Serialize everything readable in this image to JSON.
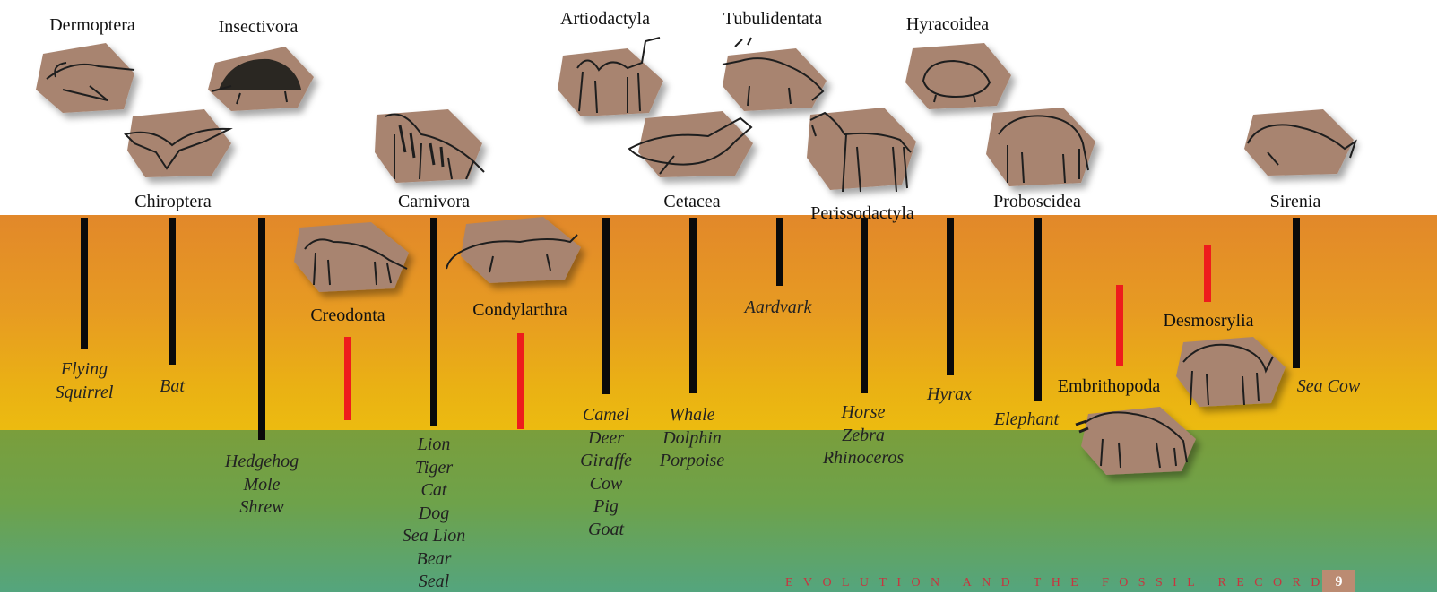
{
  "orders": {
    "dermoptera": "Dermoptera",
    "insectivora": "Insectivora",
    "chiroptera": "Chiroptera",
    "carnivora": "Carnivora",
    "artiodactyla": "Artiodactyla",
    "tubulidentata": "Tubulidentata",
    "hyracoidea": "Hyracoidea",
    "cetacea": "Cetacea",
    "perissodactyla": "Perissodactyla",
    "proboscidea": "Proboscidea",
    "sirenia": "Sirenia",
    "creodonta": "Creodonta",
    "condylarthra": "Condylarthra",
    "desmosrylia": "Desmosrylia",
    "embrithopoda": "Embrithopoda"
  },
  "common_names": {
    "dermoptera": [
      "Flying",
      "Squirrel"
    ],
    "chiroptera": [
      "Bat"
    ],
    "insectivora": [
      "Hedgehog",
      "Mole",
      "Shrew"
    ],
    "carnivora": [
      "Lion",
      "Tiger",
      "Cat",
      "Dog",
      "Sea Lion",
      "Bear",
      "Seal"
    ],
    "artiodactyla": [
      "Camel",
      "Deer",
      "Giraffe",
      "Cow",
      "Pig",
      "Goat"
    ],
    "cetacea": [
      "Whale",
      "Dolphin",
      "Porpoise"
    ],
    "tubulidentata": [
      "Aardvark"
    ],
    "perissodactyla": [
      "Horse",
      "Zebra",
      "Rhinoceros"
    ],
    "hyracoidea": [
      "Hyrax"
    ],
    "proboscidea": [
      "Elephant"
    ],
    "sirenia": [
      "Sea Cow"
    ]
  },
  "colors": {
    "extant_lineage": "#0a0a0a",
    "extinct_lineage": "#ee1c1c",
    "band_upper": "#e79b22",
    "band_lower": "#6ea24a",
    "fossil_stone": "#a88470"
  },
  "icons": [
    "colugo-fossil-icon",
    "hedgehog-fossil-icon",
    "bat-fossil-icon",
    "tiger-fossil-icon",
    "camel-fossil-icon",
    "aardvark-fossil-icon",
    "whale-fossil-icon",
    "horse-fossil-icon",
    "hyrax-fossil-icon",
    "elephant-fossil-icon",
    "sea-cow-fossil-icon",
    "creodont-fossil-icon",
    "condylarth-fossil-icon",
    "desmostylian-fossil-icon",
    "embrithopod-fossil-icon"
  ],
  "footer": {
    "title": "EVOLUTION AND THE FOSSIL RECORD",
    "page": "9"
  }
}
